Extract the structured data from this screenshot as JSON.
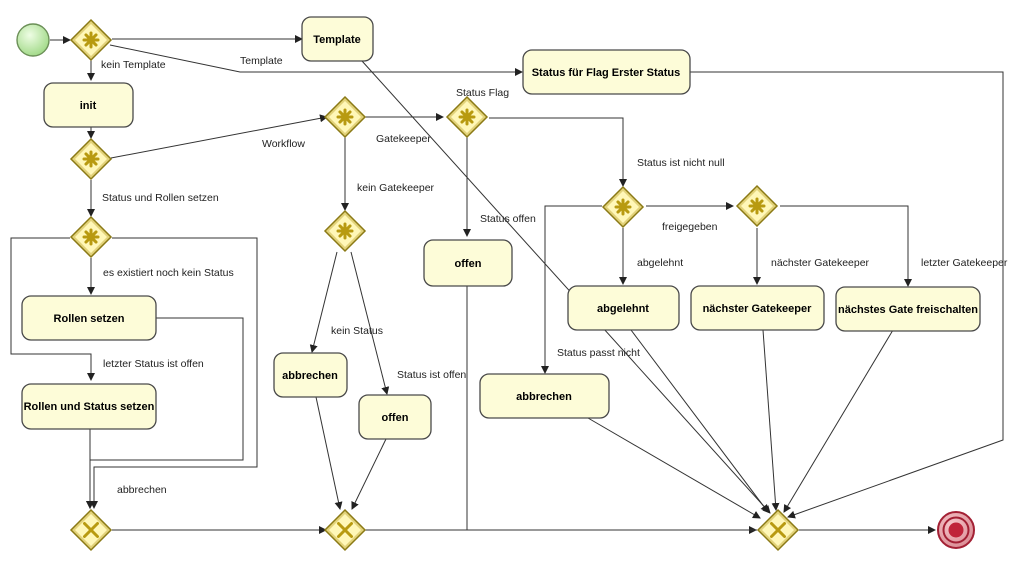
{
  "tasks": {
    "template": "Template",
    "status_flag_first": "Status für Flag Erster Status",
    "init": "init",
    "rollen_setzen": "Rollen setzen",
    "rollen_status_setzen": "Rollen und Status setzen",
    "abbrechen_mid": "abbrechen",
    "offen_mid": "offen",
    "offen_status": "offen",
    "abgelehnt": "abgelehnt",
    "naechster_gatekeeper": "nächster Gatekeeper",
    "naechstes_gate": "nächstes Gate freischalten",
    "abbrechen_right": "abbrechen"
  },
  "labels": {
    "kein_template": "kein Template",
    "template_edge": "Template",
    "workflow": "Workflow",
    "gatekeeper": "Gatekeeper",
    "kein_gatekeeper": "kein Gatekeeper",
    "status_flag": "Status Flag",
    "status_nicht_null": "Status ist nicht null",
    "status_offen": "Status offen",
    "freigegeben": "freigegeben",
    "abgelehnt": "abgelehnt",
    "naechster_gatekeeper": "nächster Gatekeeper",
    "letzter_gatekeeper": "letzter Gatekeeper",
    "status_rollen_setzen": "Status und Rollen setzen",
    "es_existiert": "es existiert noch kein Status",
    "letzter_status_offen": "letzter Status ist offen",
    "kein_status": "kein Status",
    "status_ist_offen": "Status ist offen",
    "status_passt_nicht": "Status passt nicht",
    "abbrechen": "abbrechen"
  },
  "colors": {
    "task_fill": "#fdfcd8",
    "gateway_fill": "#e2d27a",
    "start_fill": "#c8eeb0",
    "end_fill": "#c0243a"
  }
}
